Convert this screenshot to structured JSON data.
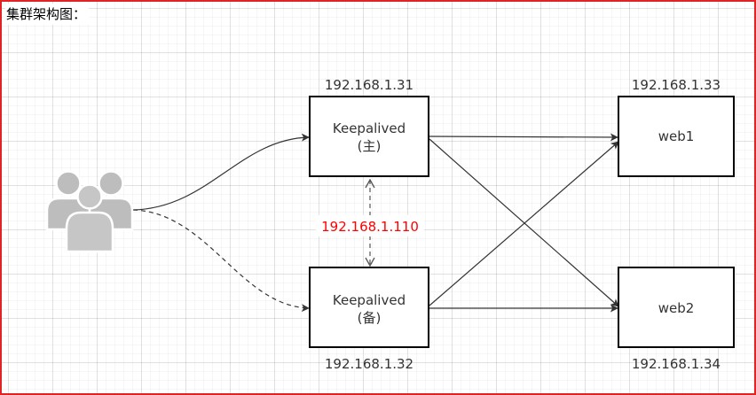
{
  "title": "集群架构图：",
  "nodes": {
    "keepalived_master": {
      "line1": "Keepalived",
      "line2": "(主)",
      "ip": "192.168.1.31"
    },
    "keepalived_backup": {
      "line1": "Keepalived",
      "line2": "(备)",
      "ip": "192.168.1.32"
    },
    "web1": {
      "label": "web1",
      "ip": "192.168.1.33"
    },
    "web2": {
      "label": "web2",
      "ip": "192.168.1.34"
    }
  },
  "vip": "192.168.1.110",
  "icons": {
    "clients": "users-group-icon"
  },
  "colors": {
    "frame_border": "#e02424",
    "vip_text": "#ff0000",
    "node_border": "#000000",
    "text": "#333333"
  }
}
